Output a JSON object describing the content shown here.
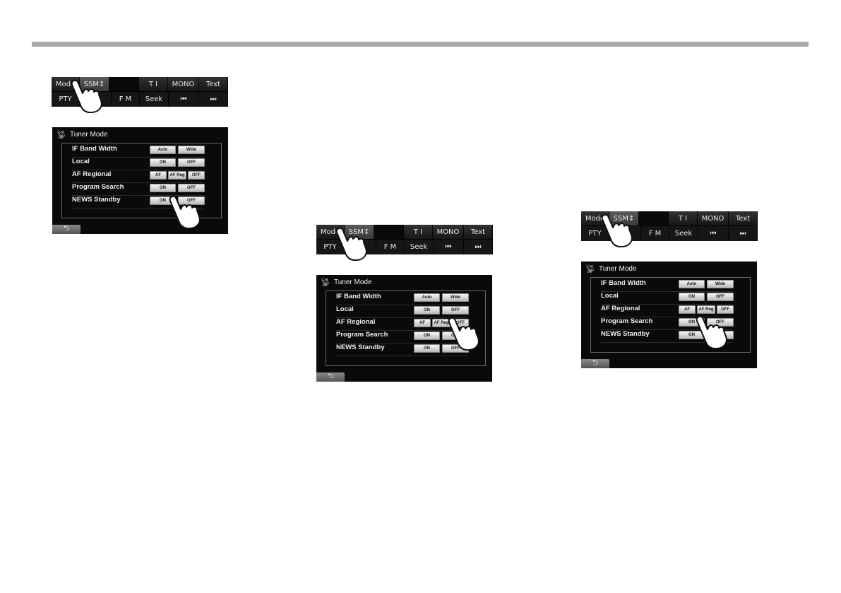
{
  "control_bar": {
    "top": [
      "Mode",
      "SSM↕",
      "",
      "T I",
      "MONO",
      "Text"
    ],
    "bottom": [
      "PTY",
      "",
      "F M",
      "Seek",
      "⏮",
      "⏭"
    ]
  },
  "tuner_mode": {
    "title": "Tuner Mode",
    "icon": "antenna-icon",
    "back_glyph": "⮌",
    "rows": [
      {
        "label": "IF Band Width",
        "buttons": [
          "Auto",
          "Wide"
        ]
      },
      {
        "label": "Local",
        "buttons": [
          "ON",
          "OFF"
        ]
      },
      {
        "label": "AF Regional",
        "buttons": [
          "AF",
          "AF Reg",
          "OFF"
        ]
      },
      {
        "label": "Program Search",
        "buttons": [
          "ON",
          "OFF"
        ]
      },
      {
        "label": "NEWS Standby",
        "buttons": [
          "ON",
          "OFF"
        ]
      }
    ]
  },
  "colors": {
    "separator_rule": "#a8a8a8",
    "screen_bg": "#0a0a0a",
    "button_face": "#e0e0e0"
  }
}
